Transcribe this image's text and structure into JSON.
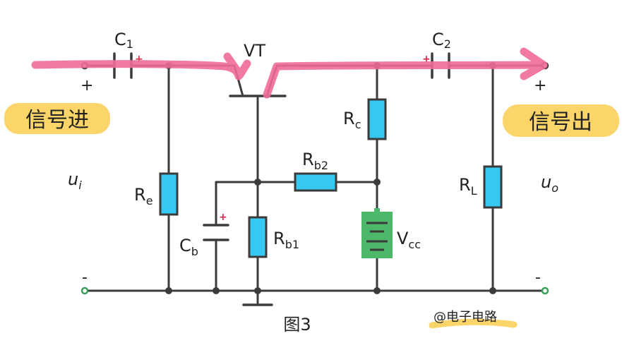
{
  "labels": {
    "c1": "C",
    "c1_sub": "1",
    "c2": "C",
    "c2_sub": "2",
    "vt": "VT",
    "rc": "R",
    "rc_sub": "c",
    "re": "R",
    "re_sub": "e",
    "rb2": "R",
    "rb2_sub": "b2",
    "rb1": "R",
    "rb1_sub": "b1",
    "cb": "C",
    "cb_sub": "b",
    "vcc": "V",
    "vcc_sub": "cc",
    "rl": "R",
    "rl_sub": "L",
    "ui": "u",
    "ui_sub": "i",
    "uo": "u",
    "uo_sub": "o",
    "in_plus": "+",
    "in_minus": "-",
    "out_plus": "+",
    "out_minus": "-"
  },
  "tags": {
    "signal_in": "信号进",
    "signal_out": "信号出",
    "watermark": "@电子电路"
  },
  "caption": "图3",
  "colors": {
    "arrow": "#f06b9a",
    "resistor": "#35c8f2",
    "battery": "#4cb86a",
    "tag_bg": "#fcd56a",
    "wire": "#3b3b3b",
    "terminal": "#3aa05a"
  }
}
